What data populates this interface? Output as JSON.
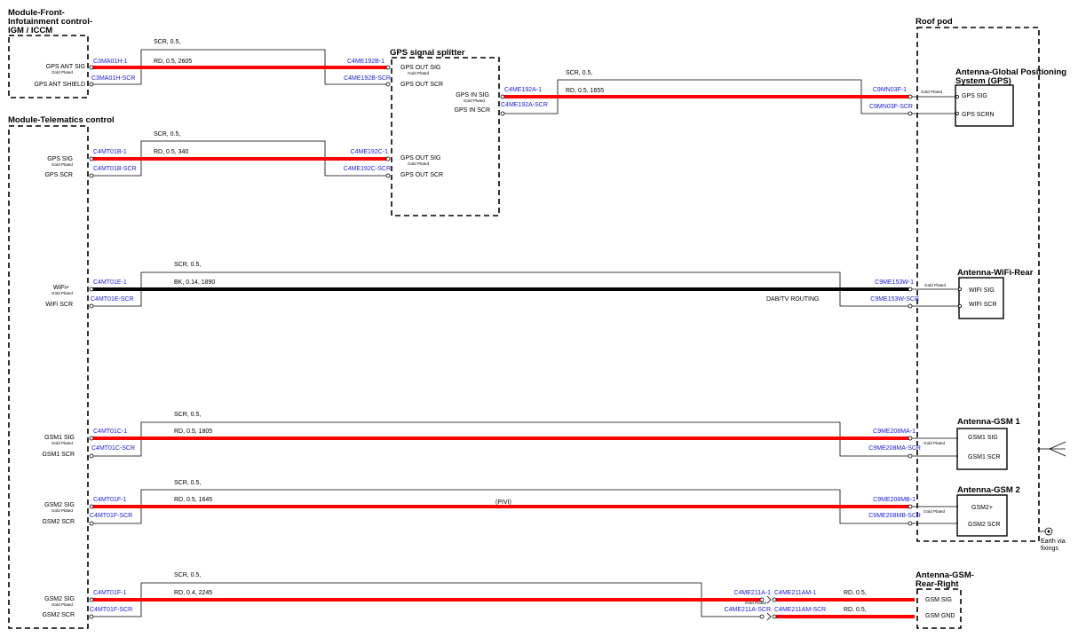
{
  "modules": {
    "infotainment": {
      "title_line1": "Module-Front-",
      "title_line2": "Infotainment control-",
      "title_line3": "IGM / ICCM",
      "pin1": "GPS ANT SIG",
      "pin1_note": "Gold Plated",
      "pin2": "GPS ANT SHIELD"
    },
    "telematics": {
      "title": "Module-Telematics control",
      "gps_sig": "GPS SIG",
      "gps_note": "Gold Plated",
      "gps_scr": "GPS SCR",
      "wifi_sig": "WiFi+",
      "wifi_note": "Gold Plated",
      "wifi_scr": "WiFi SCR",
      "gsm1_sig": "GSM1 SIG",
      "gsm1_note": "Gold Plated",
      "gsm1_scr": "GSM1 SCR",
      "gsm2_sig": "GSM2 SIG",
      "gsm2_note": "Gold Plated",
      "gsm2_scr": "GSM2 SCR",
      "gsm2b_sig": "GSM2 SIG",
      "gsm2b_note": "Gold Plated",
      "gsm2b_scr": "GSM2 SCR"
    },
    "splitter": {
      "title": "GPS signal splitter",
      "out1_sig": "GPS OUT SIG",
      "out1_note": "Gold Plated",
      "out1_scr": "GPS OUT SCR",
      "in_sig": "GPS IN SIG",
      "in_note": "Gold Plated",
      "in_scr": "GPS IN SCR",
      "out2_sig": "GPS OUT SIG",
      "out2_note": "Gold Plated",
      "out2_scr": "GPS OUT SCR"
    },
    "roof_pod": {
      "title": "Roof pod"
    },
    "gps_antenna": {
      "title_line1": "Antenna-Global Positioning",
      "title_line2": "System (GPS)",
      "note": "Gold Plated",
      "pin1": "GPS SIG",
      "pin2": "GPS SCRN"
    },
    "wifi_antenna": {
      "title": "Antenna-WiFi-Rear",
      "note": "Gold Plated",
      "pin1": "WIFI SIG",
      "pin2": "WIFI SCR"
    },
    "gsm1_antenna": {
      "title": "Antenna-GSM 1",
      "note": "Gold Plated",
      "pin1": "GSM1 SIG",
      "pin2": "GSM1 SCR"
    },
    "gsm2_antenna": {
      "title": "Antenna-GSM 2",
      "note": "Gold Plated",
      "pin1": "GSM2+",
      "pin2": "GSM2 SCR"
    },
    "gsm_rr_antenna": {
      "title_line1": "Antenna-GSM-",
      "title_line2": "Rear-Right",
      "pin1": "GSM SIG",
      "pin2": "GSM GND"
    }
  },
  "wires": {
    "w1": {
      "scr": "SCR,  0.5,",
      "sig": "RD,  0.5,  2605",
      "from_sig": "C3MA01H-1",
      "from_scr": "C3MA01H-SCR",
      "to_sig": "C4ME192B-1",
      "to_scr": "C4ME192B-SCR"
    },
    "w2": {
      "scr": "SCR,  0.5,",
      "sig": "RD,  0.5,  1655",
      "from_sig": "C4ME192A-1",
      "from_scr": "C4ME192A-SCR",
      "to_sig": "C9MN03F-1",
      "to_scr": "C9MN03F-SCR"
    },
    "w3": {
      "scr": "SCR,  0.5,",
      "sig": "RD,  0.5,  340",
      "from_sig": "C4MT01B-1",
      "from_scr": "C4MT01B-SCR",
      "to_sig": "C4ME192C-1",
      "to_scr": "C4ME192C-SCR"
    },
    "w4": {
      "scr": "SCR,  0.5,",
      "sig": "BK,  0.14,  1890",
      "note": "DAB/TV ROUTING",
      "from_sig": "C4MT01E-1",
      "from_scr": "C4MT01E-SCR",
      "to_sig": "C9ME153W-1",
      "to_scr": "C9ME153W-SCR"
    },
    "w5": {
      "scr": "SCR,  0.5,",
      "sig": "RD,  0.5,  1805",
      "from_sig": "C4MT01C-1",
      "from_scr": "C4MT01C-SCR",
      "to_sig": "C9ME208MA-1",
      "to_scr": "C9ME208MA-SCR"
    },
    "w6": {
      "scr": "SCR,  0.5,",
      "sig": "RD,  0.5,  1645",
      "note": "(PIVI)",
      "from_sig": "C4MT01F-1",
      "from_scr": "C4MT01F-SCR",
      "to_sig": "C9ME208MB-1",
      "to_scr": "C9ME208MB-SCR"
    },
    "w7": {
      "scr": "SCR,  0.5,",
      "sig": "RD,  0.4,  2245",
      "from_sig": "C4MT01F-1",
      "from_scr": "C4MT01F-SCR",
      "inline_sig_a": "C4ME211A-1",
      "inline_sig_b": "C4ME211AM-1",
      "inline_scr_a": "C4ME211A-SCR",
      "inline_scr_b": "C4ME211AM-SCR",
      "inline_note": "Gold Plated",
      "tail_sig": "RD,  0.5,",
      "tail_scr": "RD,  0.5,"
    }
  },
  "earth": {
    "line1": "Earth via",
    "line2": "fixings"
  }
}
